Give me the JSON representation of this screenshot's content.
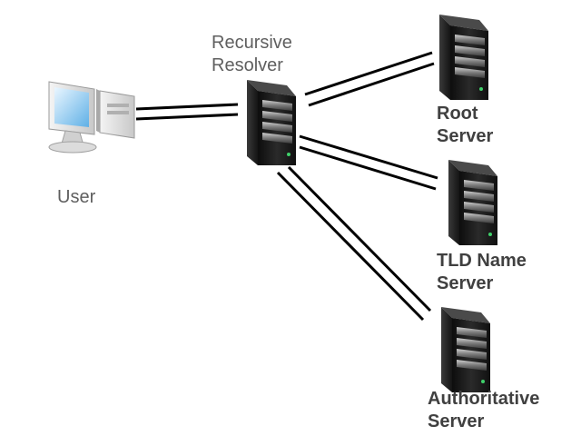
{
  "diagram": {
    "nodes": {
      "user": {
        "label": [
          "User"
        ],
        "icon": "desktop-computer-icon"
      },
      "resolver": {
        "label": [
          "Recursive",
          "Resolver"
        ],
        "icon": "server-tower-icon"
      },
      "root": {
        "label": [
          "Root",
          "Server"
        ],
        "icon": "server-tower-icon"
      },
      "tld": {
        "label": [
          "TLD Name",
          "Server"
        ],
        "icon": "server-tower-icon"
      },
      "authoritative": {
        "label": [
          "Authoritative",
          "Server"
        ],
        "icon": "server-tower-icon"
      }
    },
    "connections": [
      {
        "from": "user",
        "to": "resolver",
        "style": "double-line"
      },
      {
        "from": "resolver",
        "to": "root",
        "style": "double-line"
      },
      {
        "from": "resolver",
        "to": "tld",
        "style": "double-line"
      },
      {
        "from": "resolver",
        "to": "authoritative",
        "style": "double-line"
      }
    ],
    "colors": {
      "connector": "#000000",
      "server_body": "#1a1a1a",
      "plain_label": "#5f5f5f",
      "bold_label": "#404040"
    }
  }
}
